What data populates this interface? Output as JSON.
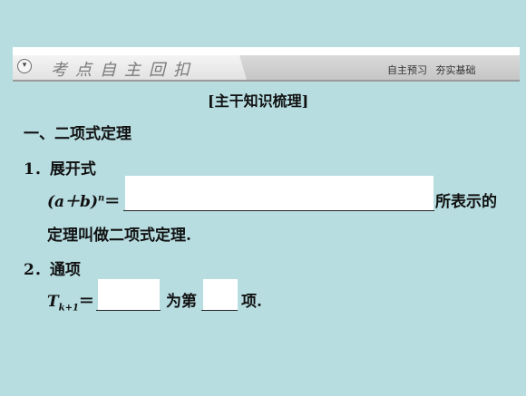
{
  "banner": {
    "icon": "chevron-down-icon",
    "title": "考点自主回扣",
    "right": "自主预习 夯实基础"
  },
  "section_title": "[主干知识梳理]",
  "heading1": "一、二项式定理",
  "item1": {
    "label": "1．展开式",
    "formula": "(a＋b)",
    "exp": "n",
    "eq": "＝",
    "suffix": "所表示的",
    "line2": "定理叫做二项式定理."
  },
  "item2": {
    "label": "2．通项",
    "T": "T",
    "sub": "k+1",
    "eq": "＝",
    "mid": "为第",
    "end": "项."
  }
}
